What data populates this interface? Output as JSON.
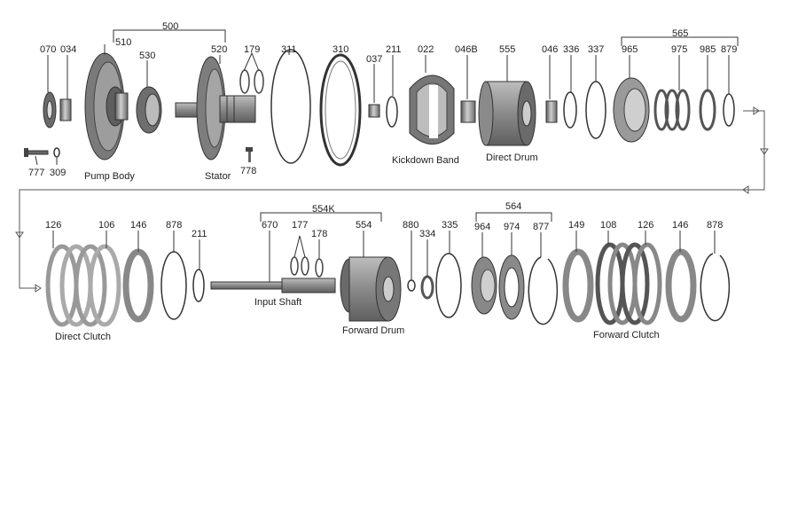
{
  "diagram": {
    "row1_numbers": [
      "070",
      "034",
      "510",
      "500",
      "530",
      "520",
      "179",
      "311",
      "310",
      "037",
      "211",
      "022",
      "046B",
      "555",
      "046",
      "336",
      "337",
      "965",
      "565",
      "975",
      "985",
      "879",
      "777",
      "309",
      "778"
    ],
    "row1_names": [
      "Pump Body",
      "Stator",
      "Kickdown Band",
      "Direct Drum"
    ],
    "row2_numbers": [
      "126",
      "106",
      "146",
      "878",
      "211",
      "554K",
      "670",
      "177",
      "178",
      "554",
      "880",
      "334",
      "335",
      "564",
      "964",
      "974",
      "877",
      "149",
      "108",
      "126",
      "146",
      "878"
    ],
    "row2_names": [
      "Direct Clutch",
      "Input Shaft",
      "Forward Drum",
      "Forward Clutch"
    ]
  },
  "labels": {
    "n070": "070",
    "n034": "034",
    "n510": "510",
    "n500": "500",
    "n530": "530",
    "n520": "520",
    "n179": "179",
    "n311": "311",
    "n310": "310",
    "n037": "037",
    "n211a": "211",
    "n022": "022",
    "n046b": "046B",
    "n555": "555",
    "n046": "046",
    "n336": "336",
    "n337": "337",
    "n965": "965",
    "n565": "565",
    "n975": "975",
    "n985": "985",
    "n879": "879",
    "n777": "777",
    "n309": "309",
    "n778": "778",
    "pump_body": "Pump Body",
    "stator": "Stator",
    "kickdown_band": "Kickdown  Band",
    "direct_drum": "Direct Drum",
    "n126a": "126",
    "n106": "106",
    "n146a": "146",
    "n878a": "878",
    "n211b": "211",
    "n554k": "554K",
    "n670": "670",
    "n177": "177",
    "n178": "178",
    "n554": "554",
    "n880": "880",
    "n334": "334",
    "n335": "335",
    "n564": "564",
    "n964": "964",
    "n974": "974",
    "n877": "877",
    "n149": "149",
    "n108": "108",
    "n126b": "126",
    "n146b": "146",
    "n878b": "878",
    "direct_clutch": "Direct Clutch",
    "input_shaft": "Input Shaft",
    "forward_drum": "Forward  Drum",
    "forward_clutch": "Forward  Clutch"
  },
  "colors": {
    "metal_dark": "#6e6e6e",
    "metal_mid": "#9a9a9a",
    "metal_light": "#cfcfcf",
    "line": "#333333"
  }
}
